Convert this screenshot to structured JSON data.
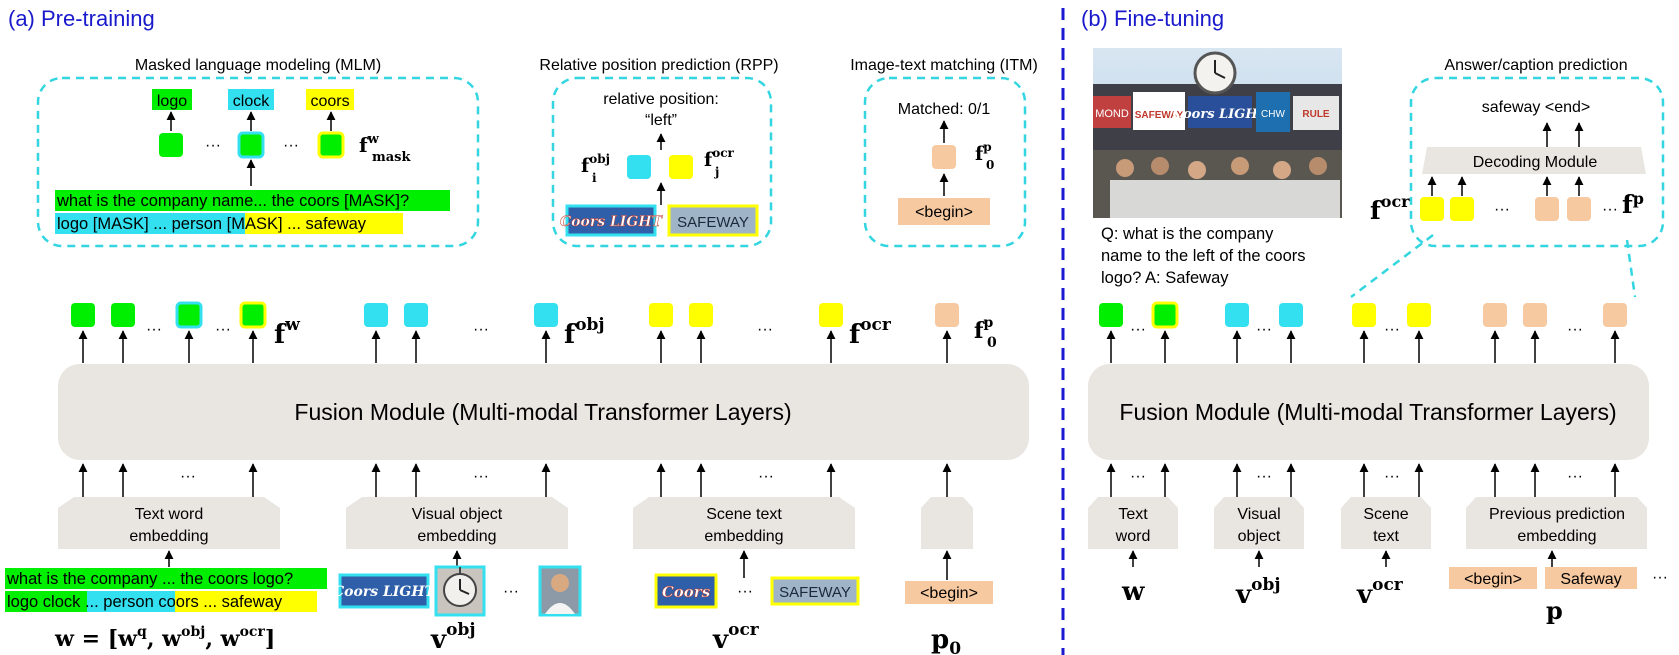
{
  "pretrain": {
    "title": "(a) Pre-training",
    "mlm": {
      "title": "Masked language modeling (MLM)",
      "words": [
        "logo",
        "clock",
        "coors"
      ],
      "feat_label": "f",
      "feat_sup": "w",
      "feat_sub": "mask",
      "dots": "···",
      "input_line1": "what is the company name... the coors [MASK]?",
      "input_line2_a": "logo [MASK] ... person ",
      "input_line2_b": "[MASK] ... safeway"
    },
    "rpp": {
      "title": "Relative position prediction (RPP)",
      "line1": "relative position:",
      "line2": "“left”",
      "fi_base": "f",
      "fi_sup": "obj",
      "fi_sub": "i",
      "fj_base": "f",
      "fj_sup": "ocr",
      "fj_sub": "j",
      "logo1_text": "Coors LIGHT",
      "logo2_text": "SAFEWAY"
    },
    "itm": {
      "title": "Image-text matching (ITM)",
      "matched": "Matched: 0/1",
      "begin": "<begin>",
      "feat_base": "f",
      "feat_sup": "p",
      "feat_sub": "0"
    },
    "features": {
      "fw": "f",
      "fw_sup": "w",
      "fobj": "f",
      "fobj_sup": "obj",
      "focr": "f",
      "focr_sup": "ocr",
      "fp": "f",
      "fp_sup": "p",
      "fp_sub": "0",
      "dots": "···"
    },
    "fusion": "Fusion Module (Multi-modal Transformer Layers)",
    "embeddings": {
      "text_l1": "Text word",
      "text_l2": "embedding",
      "obj_l1": "Visual object",
      "obj_l2": "embedding",
      "ocr_l1": "Scene text",
      "ocr_l2": "embedding"
    },
    "inputs": {
      "w_line1": "what is the company ... the coors logo?",
      "w_line2_a": "logo clock ",
      "w_line2_b": "... person ",
      "w_line2_c": "coors ... safeway",
      "begin": "<begin>",
      "coors_text": "Coors",
      "safeway_text": "SAFEWAY",
      "light_text": "Coors LIGHT",
      "w_formula": "w = [w",
      "w_q": "q",
      "w_comma1": ", w",
      "w_obj": "obj",
      "w_comma2": ", w",
      "w_ocr": "ocr",
      "w_close": "]",
      "vobj": "v",
      "vobj_sup": "obj",
      "vocr": "v",
      "vocr_sup": "ocr",
      "p0": "p",
      "p0_sub": "0"
    }
  },
  "finetune": {
    "title": "(b) Fine-tuning",
    "qa_line1": "Q: what is the company",
    "qa_line2": "name to the left of the coors",
    "qa_line3": "logo? A: Safeway",
    "answer_title": "Answer/caption prediction",
    "answer_output": "safeway <end>",
    "decoding": "Decoding Module",
    "focr": "f",
    "focr_sup": "ocr",
    "fp": "f",
    "fp_sup": "p",
    "dots": "···",
    "fusion": "Fusion Module (Multi-modal Transformer Layers)",
    "emb_text_l1": "Text",
    "emb_text_l2": "word",
    "emb_obj_l1": "Visual",
    "emb_obj_l2": "object",
    "emb_ocr_l1": "Scene",
    "emb_ocr_l2": "text",
    "emb_prev_l1": "Previous prediction",
    "emb_prev_l2": "embedding",
    "begin": "<begin>",
    "safeway": "Safeway",
    "w": "w",
    "vobj": "v",
    "vobj_sup": "obj",
    "vocr": "v",
    "vocr_sup": "ocr",
    "p": "p",
    "photo_signs": [
      "MOND",
      "SAFEWAY",
      "Coors LIGHT",
      "CHW",
      "RULE"
    ]
  },
  "colors": {
    "green": "#00ee00",
    "cyan": "#33e0f0",
    "yellow": "#ffff00",
    "peach": "#f7c9a1",
    "dashed": "#33d6e0",
    "title_blue": "#1a1acc",
    "divider_blue": "#1a1ad0",
    "module_fill": "#e9e5e0"
  }
}
